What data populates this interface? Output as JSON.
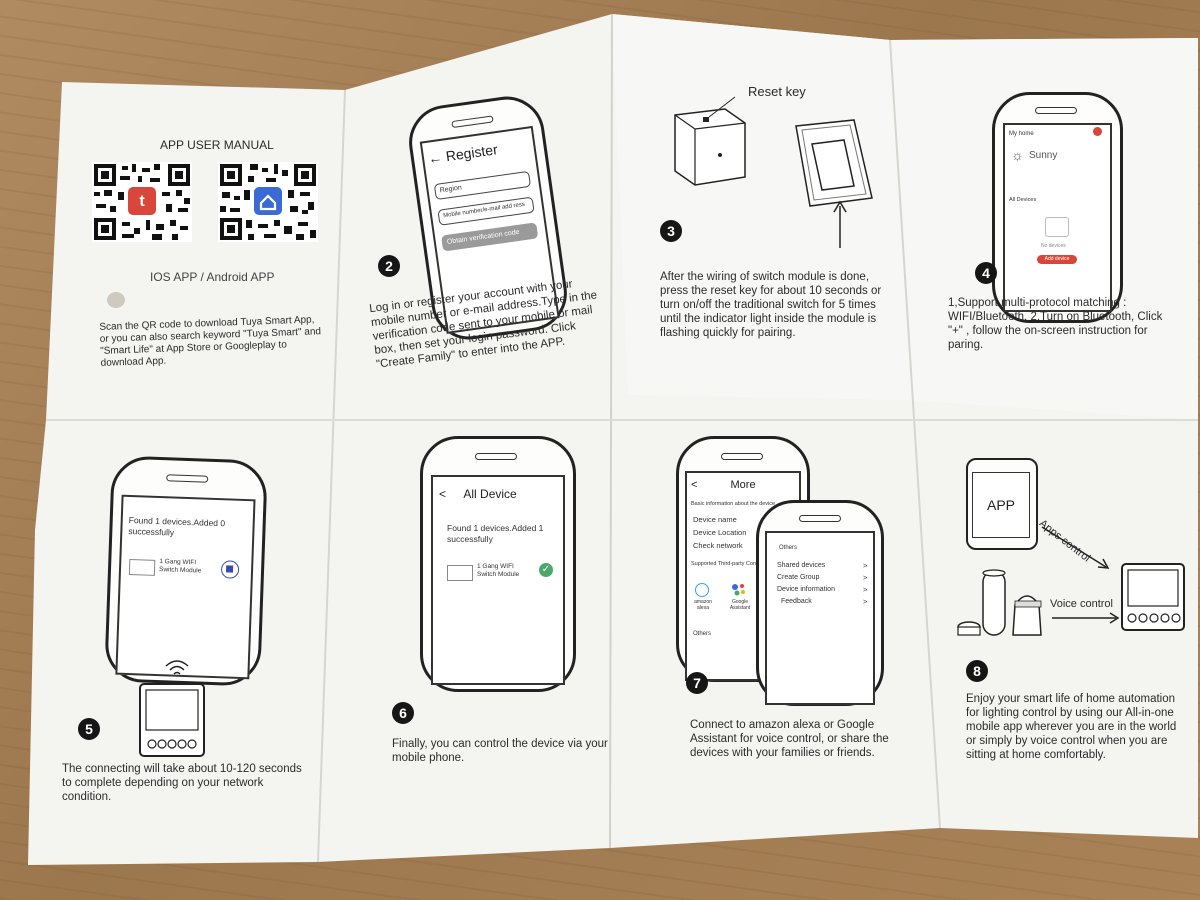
{
  "manual_title": "APP USER MANUAL",
  "app_platform_label": "IOS APP / Android APP",
  "intro_text": "Scan the QR code to download Tuya Smart App, or you can also search keyword \"Tuya Smart\" and \"Smart Life\" at App Store or Googleplay to download App.",
  "step2": {
    "number": "2",
    "screen_title": "Register",
    "back_glyph": "←",
    "field_region": "Region",
    "field_mobile": "Mobile number/e-mail add  ress",
    "button_verify": "Obtain verification code",
    "text": "Log in or register your account with your mobile number or e-mail address.Type in the verification code sent to your mobile or mail box, then set your login password. Click \"Create Family\" to enter into the APP."
  },
  "step3": {
    "number": "3",
    "reset_label": "Reset key",
    "text": "After the wiring of switch module is done, press the reset key for about 10 seconds or turn on/off the traditional switch for 5 times until the indicator light inside the module is flashing quickly for pairing."
  },
  "step4": {
    "number": "4",
    "screen_home": "My home",
    "weather": "Sunny",
    "section_all_devices": "All Devices",
    "no_devices": "No devices",
    "add_device": "Add device",
    "text": "1,Support multi-protocol matching : WIFI/Bluetooth. 2,Turn on Bluetooth, Click \"+\" , follow the on-screen instruction for paring."
  },
  "step5": {
    "number": "5",
    "found_text": "Found 1 devices.Added 0 successfully",
    "device_name": "1 Gang WIFI Switch Module",
    "text": "The connecting will take about 10-120 seconds to complete depending on your network condition."
  },
  "step6": {
    "number": "6",
    "back_glyph": "<",
    "screen_title": "All Device",
    "found_text": "Found 1 devices.Added 1 successfully",
    "device_name": "1 Gang WIFI Switch Module",
    "text": "Finally, you can control  the device via your mobile phone."
  },
  "step7": {
    "number": "7",
    "back_glyph": "<",
    "screen_title": "More",
    "section_basic": "Basic information about the device",
    "items": [
      "Device name",
      "Device Location",
      "Check network"
    ],
    "section_third_party": "Supported Third-party Control",
    "alexa_label": "amazon alexa",
    "google_label": "Google Assistant",
    "others": "Others",
    "second_screen_others": "Others",
    "second_screen_items": [
      "Shared devices",
      "Create Group",
      "Device information",
      "Feedback"
    ],
    "chevron": ">",
    "text": "Connect to amazon alexa or Google Assistant for voice control, or share the devices with your families or friends."
  },
  "step8": {
    "number": "8",
    "app_label": "APP",
    "apps_control": "Apps control",
    "voice_control": "Voice control",
    "text": "Enjoy your smart life of home automation for lighting control by using our All-in-one mobile app wherever you are in the world or simply by voice control when you are sitting at home comfortably."
  },
  "colors": {
    "paper": "#f4f4f1",
    "tuya_red": "#d9463a",
    "smartlife_blue": "#3b6ad6",
    "check_green": "#4aa86a",
    "wood": "#a5805a"
  }
}
